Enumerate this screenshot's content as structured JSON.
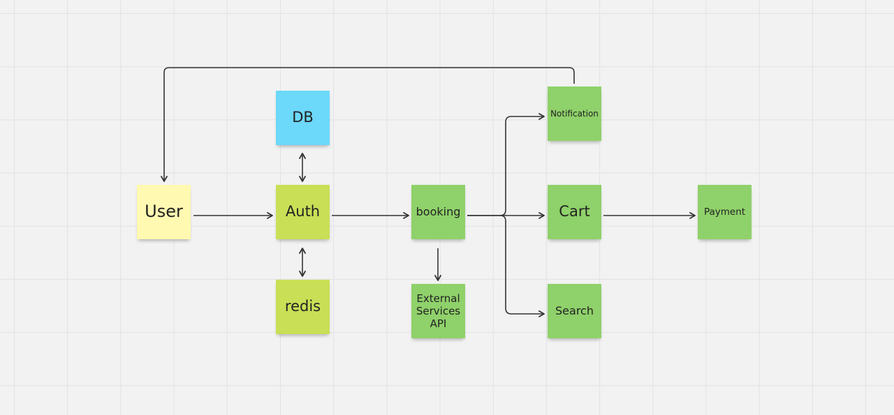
{
  "diagram": {
    "nodes": {
      "user": {
        "label": "User",
        "color": "#fff9b1"
      },
      "auth": {
        "label": "Auth",
        "color": "#c9df56"
      },
      "db": {
        "label": "DB",
        "color": "#6cd8fa"
      },
      "redis": {
        "label": "redis",
        "color": "#c9df56"
      },
      "booking": {
        "label": "booking",
        "color": "#8fd16a"
      },
      "external": {
        "label": "External\nServices\nAPI",
        "color": "#8fd16a"
      },
      "notification": {
        "label": "Notification",
        "color": "#8fd16a"
      },
      "cart": {
        "label": "Cart",
        "color": "#8fd16a"
      },
      "search": {
        "label": "Search",
        "color": "#8fd16a"
      },
      "payment": {
        "label": "Payment",
        "color": "#8fd16a"
      }
    },
    "edges": [
      {
        "from": "user",
        "to": "auth",
        "direction": "forward"
      },
      {
        "from": "auth",
        "to": "db",
        "direction": "both"
      },
      {
        "from": "auth",
        "to": "redis",
        "direction": "both"
      },
      {
        "from": "auth",
        "to": "booking",
        "direction": "forward"
      },
      {
        "from": "booking",
        "to": "external",
        "direction": "forward"
      },
      {
        "from": "booking",
        "to": "notification",
        "direction": "forward"
      },
      {
        "from": "booking",
        "to": "cart",
        "direction": "forward"
      },
      {
        "from": "booking",
        "to": "search",
        "direction": "forward"
      },
      {
        "from": "cart",
        "to": "payment",
        "direction": "forward"
      },
      {
        "from": "notification",
        "to": "user",
        "direction": "forward"
      }
    ],
    "connector_color": "#333333"
  }
}
